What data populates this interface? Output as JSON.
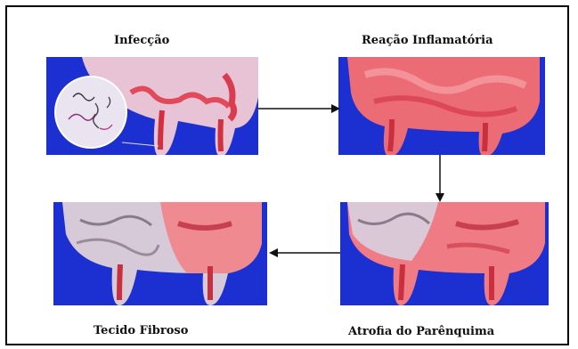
{
  "labels": {
    "infection": "Infecção",
    "inflammatory_reaction": "Reação Inflamatória",
    "fibrous_tissue": "Tecido Fibroso",
    "parenchyma_atrophy": "Atrofia do Parênquima"
  },
  "colors": {
    "background_blue": "#1c2fd0",
    "tissue_pink": "#e8c3d6",
    "inflamed_red": "#e04a5a",
    "fibrous_grey": "#cfc6d6",
    "arrow": "#111111"
  }
}
